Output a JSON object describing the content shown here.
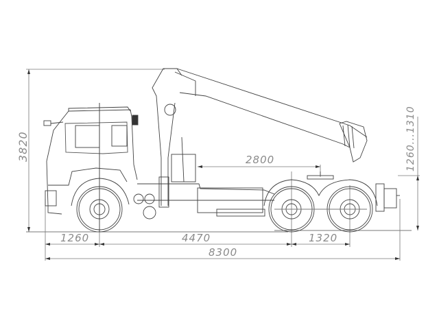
{
  "drawing": {
    "subject": "Truck-mounted crane (6x6 chassis with knuckle-boom loader crane) — side elevation",
    "line_color": "#404040",
    "dimension_text_color": "#8a8a8a"
  },
  "dimensions": {
    "overall_height": "3820",
    "fifth_wheel_height": "1260...1310",
    "front_overhang": "1260",
    "wheelbase": "4470",
    "rear_axle_spacing": "1320",
    "overall_length": "8300",
    "crane_to_coupling": "2800"
  }
}
